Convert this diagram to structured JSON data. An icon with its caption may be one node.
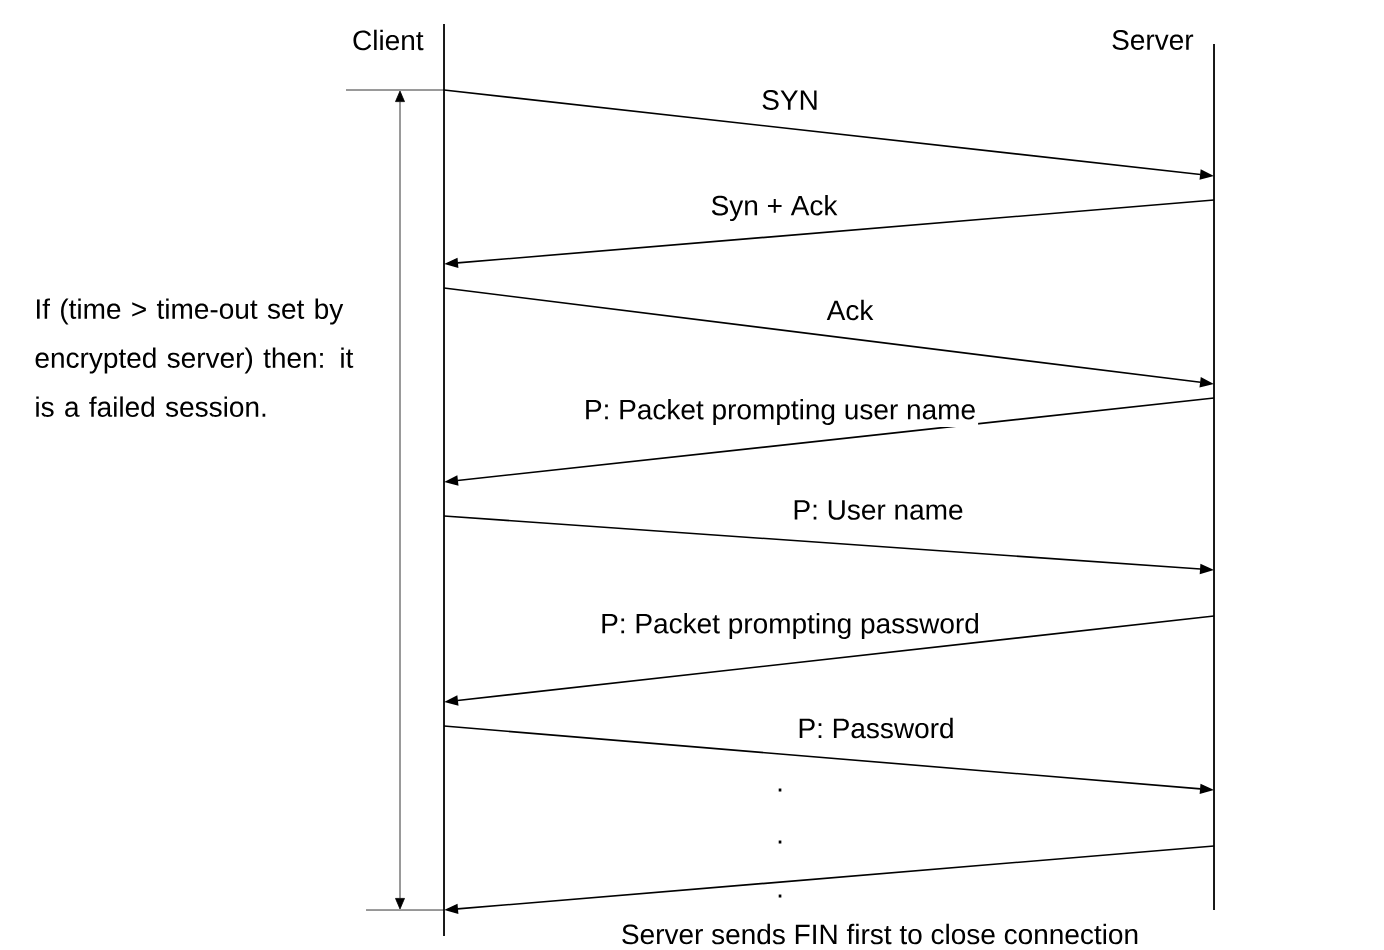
{
  "diagram": {
    "nodes": [
      {
        "text": [
          "Client"
        ]
      },
      {
        "text": [
          "Server"
        ]
      }
    ],
    "edges": [
      {
        "from": 0,
        "to": 1,
        "arrow": "to",
        "label": "SYN"
      },
      {
        "from": 1,
        "to": 0,
        "arrow": "to",
        "label": "Syn + Ack"
      },
      {
        "from": 0,
        "to": 1,
        "arrow": "to",
        "label": "Ack"
      },
      {
        "from": 1,
        "to": 0,
        "arrow": "to",
        "label": "P: Packet prompting user name"
      },
      {
        "from": 0,
        "to": 1,
        "arrow": "to",
        "label": "P: User name"
      },
      {
        "from": 1,
        "to": 0,
        "arrow": "to",
        "label": "P: Packet prompting password"
      },
      {
        "from": 0,
        "to": 1,
        "arrow": "to",
        "label": "P: Password"
      },
      {
        "from": 1,
        "to": 0,
        "arrow": "to",
        "label": "Server sends FIN first to close connection"
      }
    ],
    "labels": [
      "If (time > time-out set by encrypted server) then: it is a failed session.",
      ".",
      ".",
      "."
    ]
  }
}
